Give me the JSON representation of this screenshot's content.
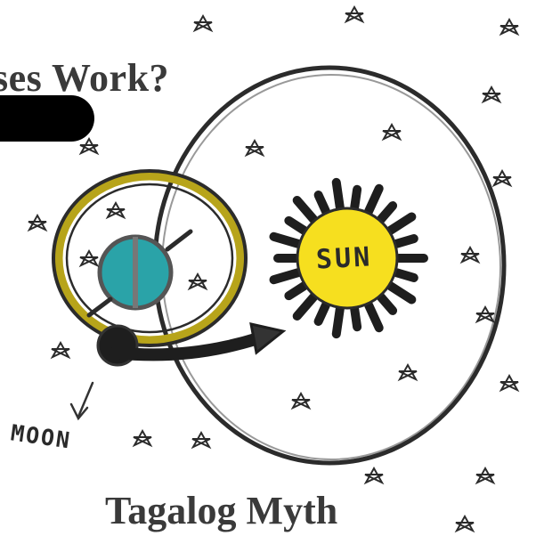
{
  "page": {
    "heading": "ses Work?",
    "caption": "Tagalog Myth"
  },
  "drawing": {
    "sun_label": "SUN",
    "moon_label": "MOON"
  },
  "colors": {
    "sun": "#f6df1f",
    "earth": "#2aa3a8",
    "moon_orbit": "#b7a41a",
    "ink": "#1e1e1e"
  }
}
